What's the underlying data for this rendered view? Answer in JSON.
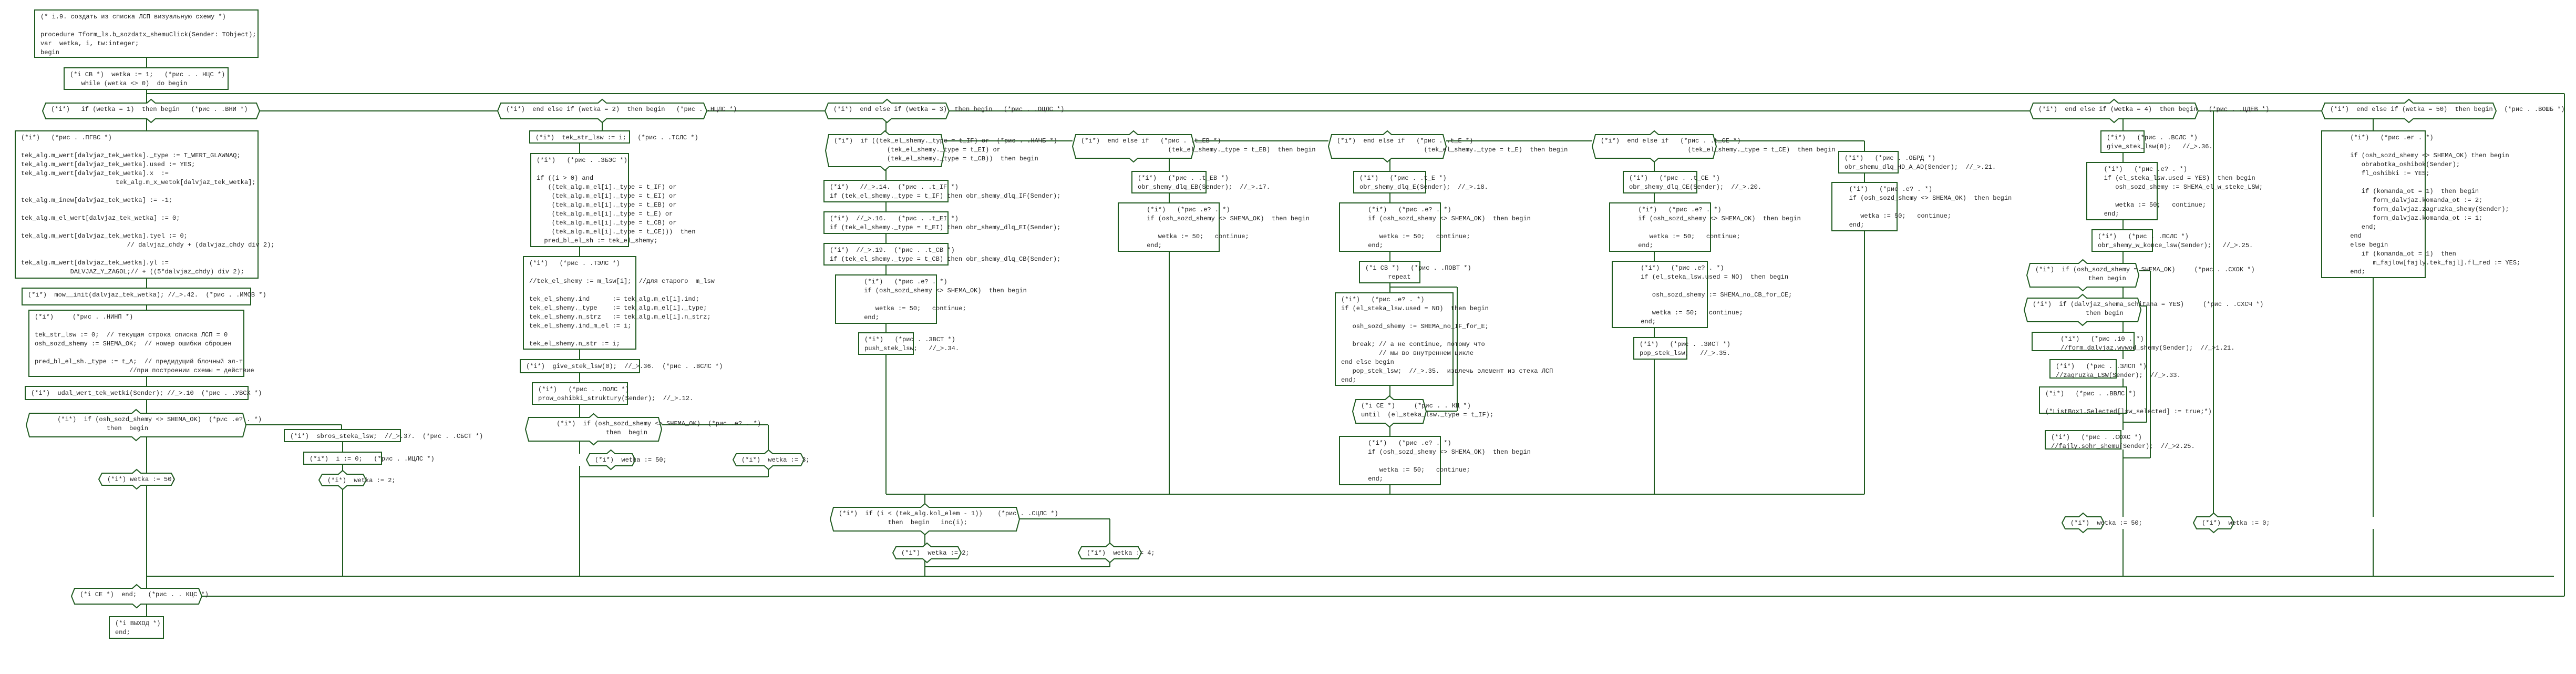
{
  "colors": {
    "line": "#1f5a1f",
    "text": "#222222",
    "background": "#ffffff"
  },
  "nodes": {
    "header": "(* i.9. создать из списка ЛСП визуальную схему *)\n\nprocedure Tform_ls.b_sozdatx_shemuClick(Sender: TObject);\nvar  wetka, i, tw:integer;\nbegin",
    "loop_start": "(*i CB *)  wetka := 1;   (*рис . . НЦС *)\n   while (wetka <> 0)  do begin",
    "b1_if": "(*i*)   if (wetka = 1)  then begin   (*рис . .ВНИ *)",
    "b1_init": "(*i*)   (*рис . .ПГВС *)\n\ntek_alg.m_wert[dalvjaz_tek_wetka]._type := T_WERT_GLAWNAQ;\ntek_alg.m_wert[dalvjaz_tek_wetka].used := YES;\ntek_alg.m_wert[dalvjaz_tek_wetka].x  :=\n                         tek_alg.m_x_wetok[dalvjaz_tek_wetka];\n\ntek_alg.m_inew[dalvjaz_tek_wetka] := -1;\n\ntek_alg.m_el_wert[dalvjaz_tek_wetka] := 0;\n\ntek_alg.m_wert[dalvjaz_tek_wetka].tyel := 0;\n                            // dalvjaz_chdy + (dalvjaz_chdy div 2);\n\ntek_alg.m_wert[dalvjaz_tek_wetka].yl :=\n             DALVJAZ_Y_ZAGOL;// + ((5*dalvjaz_chdy) div 2);",
    "b1_mow": "(*i*)  mow__init(dalvjaz_tek_wetka); //_>.42.  (*рис . .ИМОВ *)",
    "b1_ninp": "(*i*)     (*рис . .НИНП *)\n\ntek_str_lsw := 0;  // текущая строка списка ЛСП = 0\nosh_sozd_shemy := SHEMA_OK;  // номер ошибки сброшен\n\npred_bl_el_sh._type := t_A;  // предидущий блочный эл-т\n                         //при построении схемы = действие",
    "b1_udal": "(*i*)  udal_wert_tek_wetki(Sender); //_>.10  (*рис . .УВСХ *)",
    "b1_err_if": "      (*i*)  if (osh_sozd_shemy <> SHEMA_OK)  (*рис .e? . *)\n                   then  begin",
    "b1_w50": "(*i*) wetka := 50;",
    "b1_sbros": "(*i*)  sbros_steka_lsw;  //_>.37.  (*рис . .СБСТ *)",
    "b1_i0": "(*i*)  i := 0;   (*рис . .ИЦЛС *)",
    "b1_w2": "(*i*)  wetka := 2;",
    "b2_if": "(*i*)  end else if (wetka = 2)  then begin   (*рис . .НЦЛС *)",
    "b2_tsls": "(*i*)  tek_str_lsw := i;   (*рис . .ТСЛС *)",
    "b2_zbes": "(*i*)   (*рис . .ЗБЭС *)\n\nif ((i > 0) and\n   ((tek_alg.m_el[i]._type = t_IF) or\n    (tek_alg.m_el[i]._type = t_EI) or\n    (tek_alg.m_el[i]._type = t_EB) or\n    (tek_alg.m_el[i]._type = t_E) or\n    (tek_alg.m_el[i]._type = t_CB) or\n    (tek_alg.m_el[i]._type = t_CE)))  then\n  pred_bl_el_sh := tek_el_shemy;",
    "b2_tels": "(*i*)   (*рис . .ТЭЛС *)\n\n//tek_el_shemy := m_lsw[i];  //для старого  m_lsw\n\ntek_el_shemy.ind      := tek_alg.m_el[i].ind;\ntek_el_shemy._type    := tek_alg.m_el[i]._type;\ntek_el_shemy.n_strz   := tek_alg.m_el[i].n_strz;\ntek_el_shemy.ind_m_el := i;\n\ntek_el_shemy.n_str := i;",
    "b2_give": "(*i*)  give_stek_lsw(0);  //_>.36.  (*рис . .ВСЛС *)",
    "b2_prow": "(*i*)   (*рис . .ПОЛС *)\nprow_oshibki_struktury(Sender);  //_>.12.",
    "b2_err_if": "      (*i*)  if (osh_sozd_shemy <> SHEMA_OK)  (*рис .e? . *)\n                   then  begin",
    "b2_w50": "(*i*)  wetka := 50;",
    "b2_w3": "(*i*)  wetka := 3;",
    "b3_if": "(*i*)  end else if (wetka = 3)  then begin   (*рис . .ОЦЛС *)",
    "b3_nach": "(*i*)  if ((tek_el_shemy._type = t_IF) or  (*рис . .НАЧБ *)\n              (tek_el_shemy._type = t_EI) or\n              (tek_el_shemy._type = t_CB))  then begin",
    "b3_tif": "(*i*)   //_>.14.  (*рис . .t_IF *)\nif (tek_el_shemy._type = t_IF) then obr_shemy_dlq_IF(Sender);",
    "b3_tei": "(*i*)  //_>.16.   (*рис . .t_EI *)\nif (tek_el_shemy._type = t_EI) then obr_shemy_dlq_EI(Sender);",
    "b3_tcb": "(*i*)  //_>.19.  (*рис . .t_CB *)\nif (tek_el_shemy._type = t_CB) then obr_shemy_dlq_CB(Sender);",
    "b3_err1": "      (*i*)   (*рис .e? . *)\n      if (osh_sozd_shemy <> SHEMA_OK)  then begin\n\n         wetka := 50;   continue;\n      end;",
    "b3_push": "(*i*)   (*рис . .ЗВСТ *)\npush_stek_lsw;   //_>.34.",
    "eb_if": "(*i*)  end else if   (*рис . .t_EB *)\n                       (tek_el_shemy._type = t_EB)  then begin",
    "eb_obr": "(*i*)   (*рис . .t_EB *)\nobr_shemy_dlq_EB(Sender);  //_>.17.",
    "eb_err": "      (*i*)   (*рис .e? . *)\n      if (osh_sozd_shemy <> SHEMA_OK)  then begin\n\n         wetka := 50;   continue;\n      end;",
    "e_if": "(*i*)  end else if   (*рис . .t_E *)\n                       (tek_el_shemy._type = t_E)  then begin",
    "e_obr": "(*i*)   (*рис . .t_E *)\nobr_shemy_dlq_E(Sender);  //_>.18.",
    "e_err": "      (*i*)   (*рис .e? . *)\n      if (osh_sozd_shemy <> SHEMA_OK)  then begin\n\n         wetka := 50;   continue;\n      end;",
    "e_repeat": "(*i CB *)   (*рис . .ПОВТ *)\n      repeat",
    "e_body": "(*i*)   (*рис .e? . *)\nif (el_steka_lsw.used = NO)  then begin\n\n   osh_sozd_shemy := SHEMA_no_IF_for_E;\n\n   break; // а не continue, потому что\n          // мы во внутреннем цикле\nend else begin\n   pop_stek_lsw;  //_>.35.  извлечь элемент из стека ЛСП\nend;",
    "e_until": "(*i CE *)     (*рис . . КЦ *)\nuntil  (el_steka_lsw._type = t_IF);",
    "e_err2": "      (*i*)   (*рис .e? . *)\n      if (osh_sozd_shemy <> SHEMA_OK)  then begin\n\n         wetka := 50;   continue;\n      end;",
    "ce_if": "(*i*)  end else if   (*рис . .t_CE *)\n                       (tek_el_shemy._type = t_CE)  then begin",
    "ce_obr": "(*i*)   (*рис . .t_CE *)\nobr_shemy_dlq_CE(Sender);  //_>.20.",
    "ce_err": "      (*i*)   (*рис .e? . *)\n      if (osh_sozd_shemy <> SHEMA_OK)  then begin\n\n         wetka := 50;   continue;\n      end;",
    "ce_used": "      (*i*)   (*рис .e? . *)\n      if (el_steka_lsw.used = NO)  then begin\n\n         osh_sozd_shemy := SHEMA_no_CB_for_CE;\n\n         wetka := 50;   continue;\n      end;",
    "ce_pop": "(*i*)   (*рис . .ЗИСТ *)\npop_stek_lsw;   //_>.35.",
    "hd_obr": "(*i*)   (*рис . .ОБРД *)\nobr_shemu_dlq_HD_A_AD(Sender);  //_>.21.",
    "hd_err": "   (*i*)   (*рис .e? . *)\n   if (osh_sozd_shemy <> SHEMA_OK)  then begin\n\n      wetka := 50;   continue;\n   end;",
    "b3_if_tail": "(*i*)  if (i < (tek_alg.kol_elem - 1))    (*рис . .СЦЛС *)\n             then  begin   inc(i);",
    "b3_w2": "(*i*)  wetka := 2;",
    "b3_w4": "(*i*)  wetka := 4;",
    "b4_if": "(*i*)  end else if (wetka = 4)  then begin   (*рис . .ЦДЕВ *)",
    "b4_give": "(*i*)   (*рис . .ВСЛС *)\ngive_stek_lsw(0);   //_>.36.",
    "b4_used": "   (*i*)   (*рис .e? . *)\n   if (el_steka_lsw.used = YES)  then begin\n      osh_sozd_shemy := SHEMA_el_w_steke_LSW;\n\n      wetka := 50;   continue;\n   end;",
    "b4_psls": "(*i*)   (*рис . .ПСЛС *)\nobr_shemy_w_konce_lsw(Sender);   //_>.25.",
    "b4_ok_if": "(*i*)  if (osh_sozd_shemy = SHEMA_OK)     (*рис . .СХОК *)\n              then begin",
    "b4_sch_if": "(*i*)  if (dalvjaz_shema_schitana = YES)     (*рис . .СХСЧ *)\n              then begin",
    "b4_wywod": "      (*i*)   (*рис .10 . *)\n      //form_dalvjaz.wywod_shemy(Sender);  //_>1.21.",
    "b4_zlsp": "(*i*)   (*рис . .ЗЛСП *)\n//zagruzka_LSW(Sender);  //_>.33.",
    "b4_vvls": "(*i*)   (*рис . .ВВЛС *)\n\n(*ListBox1.Selected[lsw_selected] := true;*)",
    "b4_soxs": "(*i*)   (*рис . .СОХС *)\n//fajly.sohr_shemu(Sender);  //_>2.25.",
    "b4_w50": "(*i*)  wetka := 50;",
    "b50_if": "(*i*)  end else if (wetka = 50)  then begin   (*рис . .ВОШБ *)",
    "b50_body": "      (*i*)   (*рис .er . *)\n\n      if (osh_sozd_shemy <> SHEMA_OK) then begin\n         obrabotka_oshibok(Sender);\n         fl_oshibki := YES;\n\n         if (komanda_ot = 1)  then begin\n            form_dalvjaz.komanda_ot := 2;\n            form_dalvjaz.zagruzka_shemy(Sender);\n            form_dalvjaz.komanda_ot := 1;\n         end;\n      end\n      else begin\n         if (komanda_ot = 1)  then\n            m_fajlow[fajly.tek_fajl].fl_red := YES;\n      end;",
    "b50_w0": "(*i*)  wetka := 0;",
    "loop_end": "(*i CE *)  end;   (*рис . . КЦС *)",
    "exit": "(*i ВЫХОД *)\nend;"
  }
}
